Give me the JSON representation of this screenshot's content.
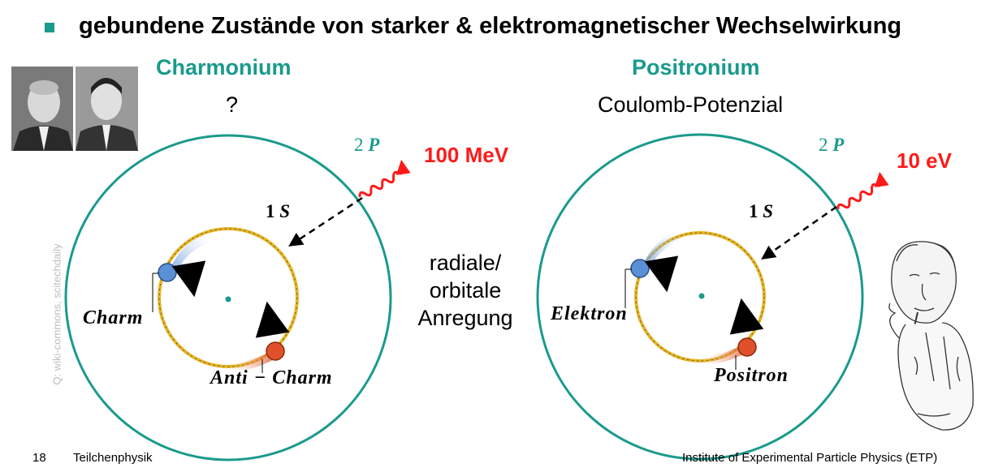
{
  "headline": "gebundene Zustände von starker & elektromagnetischer Wechselwirkung",
  "left": {
    "title": "Charmonium",
    "subtitle": "?",
    "state_outer_num": "2",
    "state_outer_letter": "P",
    "state_inner_num": "1",
    "state_inner_letter": "S",
    "energy": "100 MeV",
    "particle_1": "Charm",
    "particle_2": "Anti − Charm"
  },
  "right": {
    "title": "Positronium",
    "subtitle": "Coulomb-Potenzial",
    "state_outer_num": "2",
    "state_outer_letter": "P",
    "state_inner_num": "1",
    "state_inner_letter": "S",
    "energy": "10 eV",
    "particle_1": "Elektron",
    "particle_2": "Positron"
  },
  "middle_text": [
    "radiale/",
    "orbitale",
    "Anregung"
  ],
  "footer": {
    "page_number": "18",
    "course": "Teilchenphysik",
    "institute": "Institute of Experimental Particle Physics (ETP)"
  },
  "credit": "Q: wiki-commons, scitechdaily",
  "colors": {
    "accent": "#1a9a8c",
    "energy": "#ff1a1a",
    "orbit": "#e6b422",
    "blue_particle": "#5b8fd6",
    "red_particle": "#e0502a"
  },
  "icons": [
    "bullet-square",
    "photon-wave-arrow",
    "rotation-arrow"
  ]
}
